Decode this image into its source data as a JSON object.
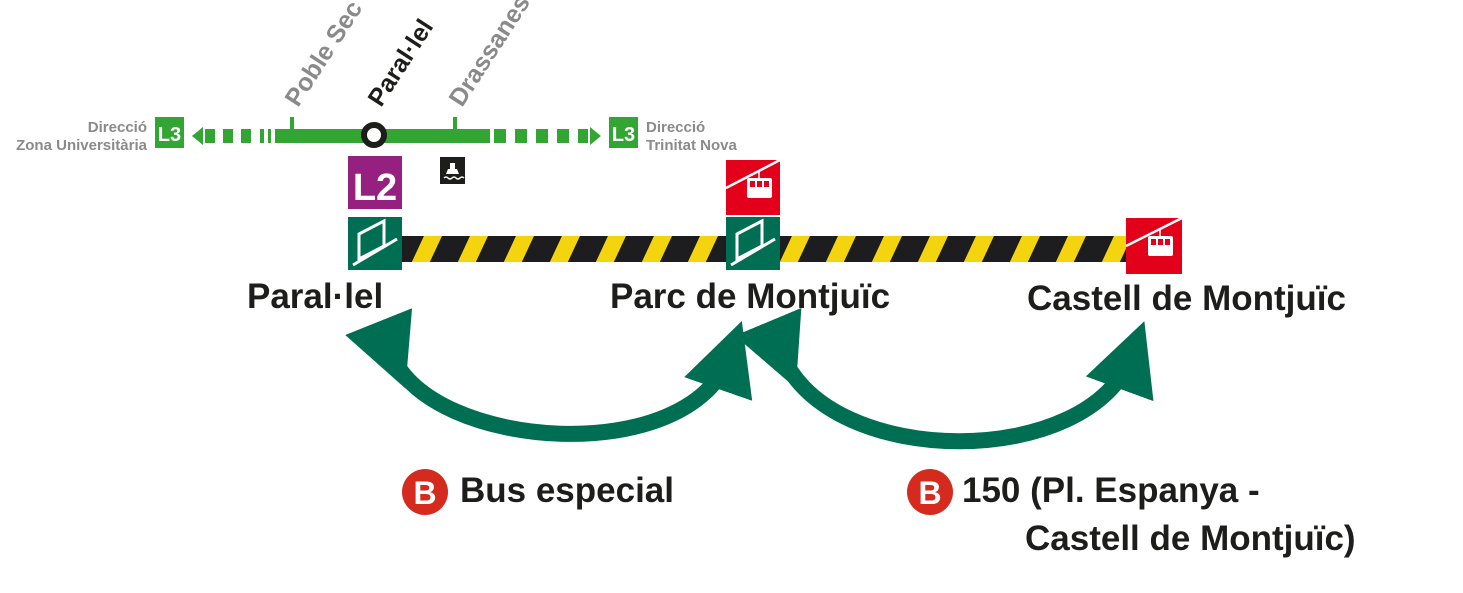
{
  "metro": {
    "line_label": "L3",
    "direction_left": [
      "Direcció",
      "Zona Universitària"
    ],
    "direction_right": [
      "Direcció",
      "Trinitat Nova"
    ],
    "stations": [
      "Poble Sec",
      "Paral·lel",
      "Drassanes"
    ],
    "transfer_line": "L2",
    "colors": {
      "l3": "#33a532",
      "l2": "#96207f",
      "funicular": "#006e52",
      "cablecar": "#e2001a"
    }
  },
  "stops": [
    "Paral·lel",
    "Parc de Montjuïc",
    "Castell de Montjuïc"
  ],
  "bus": {
    "badge": "B",
    "special_label": "Bus especial",
    "line150_line1": "150 (Pl. Espanya -",
    "line150_line2": "Castell de Montjuïc)",
    "color": "#d52b1e"
  }
}
